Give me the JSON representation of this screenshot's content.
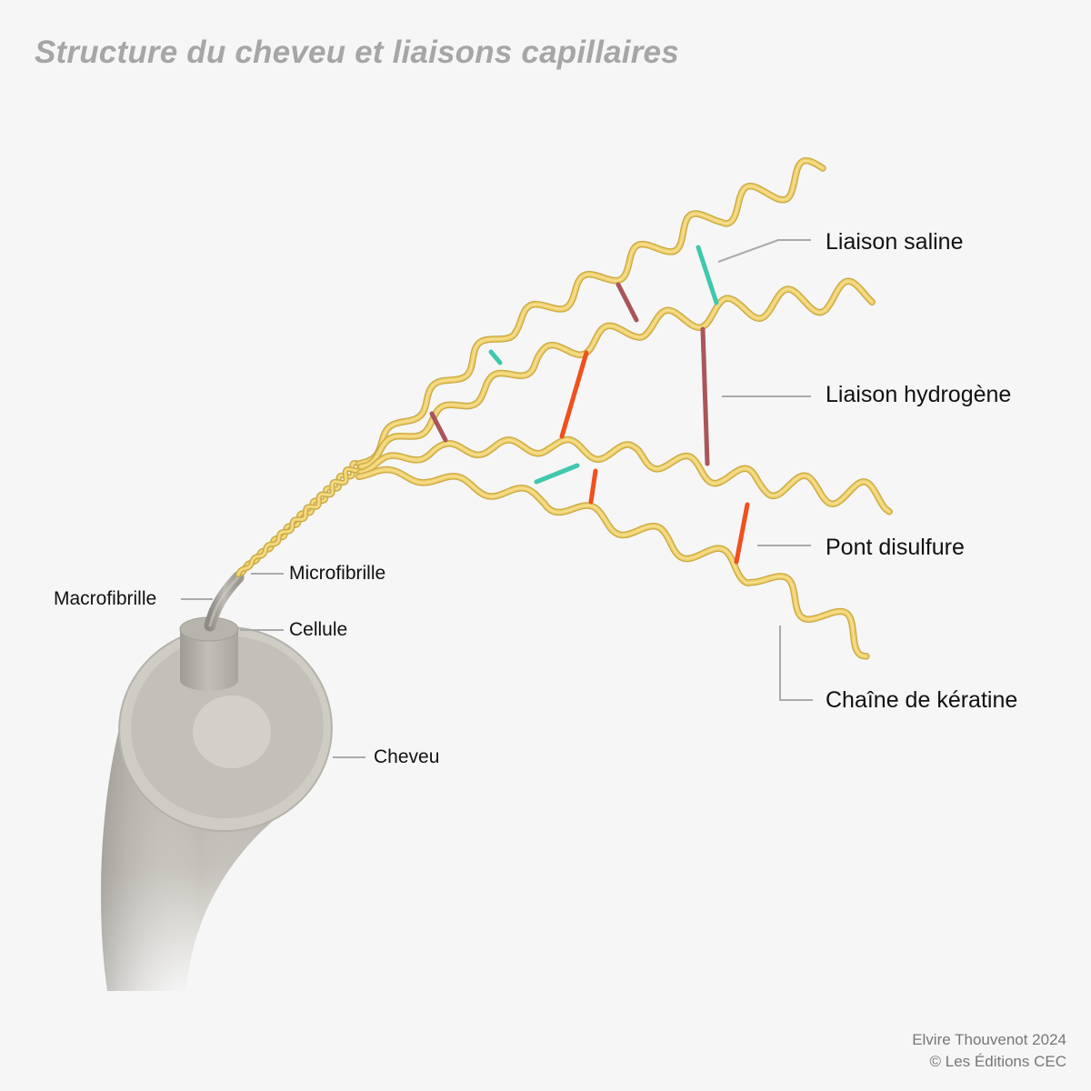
{
  "title": "Structure du cheveu et liaisons capillaires",
  "labels": {
    "liaison_saline": "Liaison saline",
    "liaison_hydrogene": "Liaison hydrogène",
    "pont_disulfure": "Pont disulfure",
    "chaine_keratine": "Chaîne de kératine",
    "microfibrille": "Microfibrille",
    "macrofibrille": "Macrofibrille",
    "cellule": "Cellule",
    "cheveu": "Cheveu"
  },
  "credits": {
    "author": "Elvire Thouvenot 2024",
    "publisher": "© Les Éditions CEC"
  },
  "colors": {
    "background": "#f6f6f6",
    "title": "#a6a6a6",
    "keratin_chain": "#efcf68",
    "salt_bond": "#3fc8ad",
    "hydrogen_bond": "#a9555a",
    "disulfide_bridge": "#f0501e",
    "hair_shaft": "#b8b4ab",
    "leader_line": "#aaaaaa"
  }
}
